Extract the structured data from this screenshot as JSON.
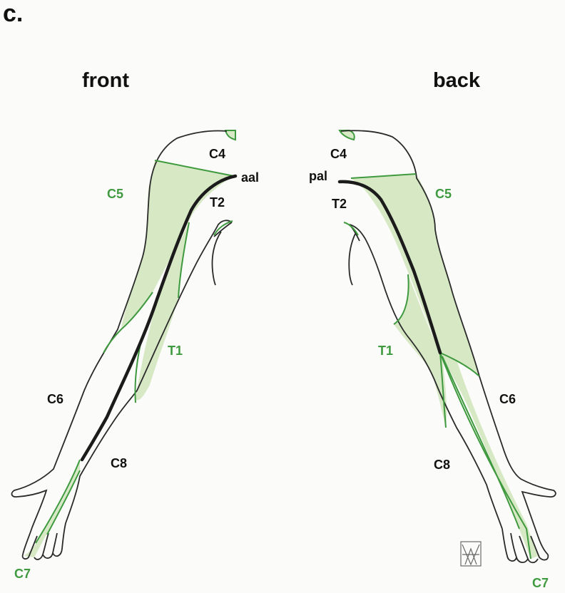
{
  "panel_label": "c.",
  "colors": {
    "outline": "#2a2a2a",
    "boundary_green": "#3f9a3f",
    "fill_green": "#d6e8c4",
    "axial_line": "#1b1b1b",
    "label_black": "#111111",
    "label_green": "#3f9a3f"
  },
  "front": {
    "title": "front",
    "labels": {
      "c4": "C4",
      "aal": "aal",
      "c5": "C5",
      "t2": "T2",
      "t1": "T1",
      "c6": "C6",
      "c8": "C8",
      "c7": "C7"
    }
  },
  "back": {
    "title": "back",
    "labels": {
      "c4": "C4",
      "pal": "pal",
      "c5": "C5",
      "t2": "T2",
      "t1": "T1",
      "c6": "C6",
      "c8": "C8",
      "c7": "C7"
    }
  },
  "signature_mark": "MW monogram"
}
